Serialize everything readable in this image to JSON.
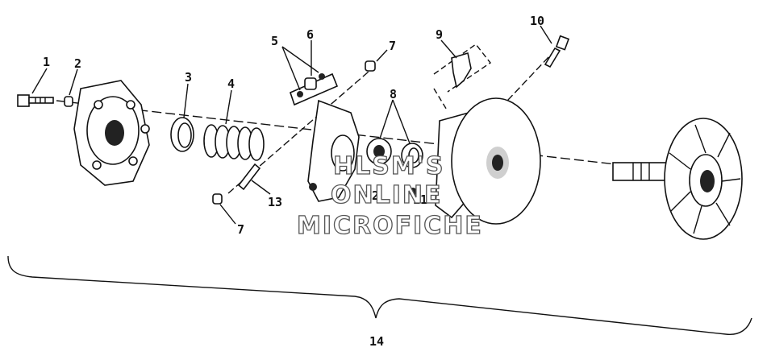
{
  "callouts": {
    "c1": "1",
    "c2": "2",
    "c3": "3",
    "c4": "4",
    "c5": "5",
    "c6": "6",
    "c7a": "7",
    "c7b": "7",
    "c8": "8",
    "c9": "9",
    "c10": "10",
    "c11": "11",
    "c12": "12",
    "c13": "13",
    "c14": "14"
  },
  "watermark": {
    "line1": "HLSM'S",
    "line2": "ONLINE",
    "line3": "MICROFICHE"
  }
}
